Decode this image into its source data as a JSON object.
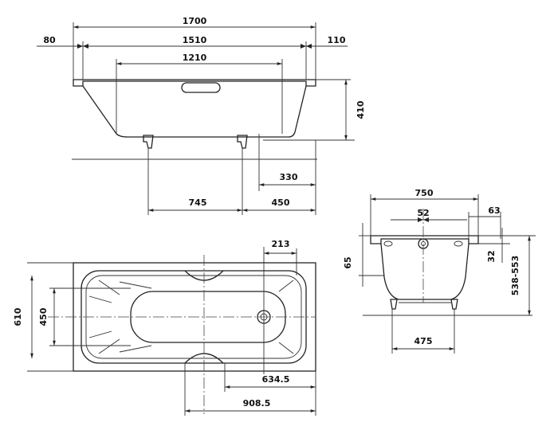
{
  "dimensions": {
    "total_length": "1700",
    "left_rim": "80",
    "inner_length": "1510",
    "right_rim": "110",
    "bottom_length": "1210",
    "height": "410",
    "foot_offset": "330",
    "foot_spacing": "745",
    "foot_to_end": "450",
    "total_width": "750",
    "overflow_offset": "52",
    "rim_width": "63",
    "rim_thickness_left": "65",
    "rim_thickness_right": "32",
    "rim_height": "538-553",
    "foot_width": "475",
    "width": "610",
    "inner_width": "450",
    "drain_offset": "213",
    "handle_center": "634.5",
    "handle_end": "908.5"
  }
}
